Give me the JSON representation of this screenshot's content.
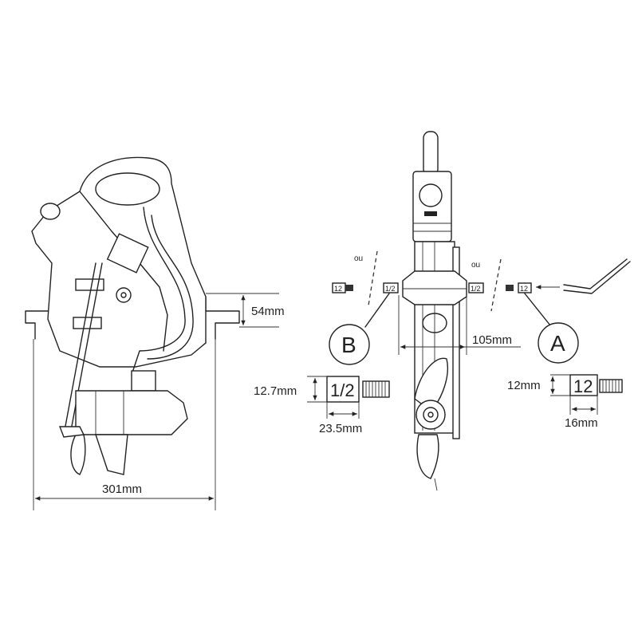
{
  "left_view": {
    "transom_height": "54mm",
    "width": "301mm"
  },
  "right_view": {
    "or_left": "ou",
    "or_right": "ou",
    "bolt_b_left_tag": "12",
    "bolt_b_tag": "1/2",
    "bolt_a_inner_tag": "1/2",
    "bolt_a_tag": "12",
    "label_b": "B",
    "label_a": "A",
    "clamp_width": "105mm"
  },
  "bolt_b_detail": {
    "tag": "1/2",
    "diameter": "12.7mm",
    "length": "23.5mm"
  },
  "bolt_a_detail": {
    "tag": "12",
    "diameter": "12mm",
    "length": "16mm"
  }
}
